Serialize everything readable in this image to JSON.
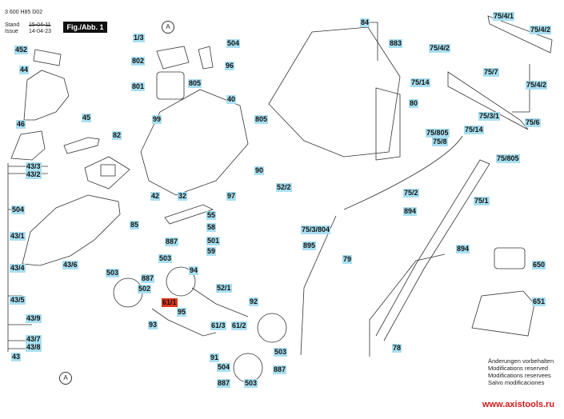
{
  "header": {
    "doc_number": "3 600 H85 D02",
    "stand_label": "Stand",
    "issue_label": "Issue",
    "stand_date_struck": "15-04-11",
    "issue_date": "14-04-23",
    "figure_label": "Fig./Abb. 1"
  },
  "markers": {
    "circle_a_top": "A",
    "circle_a_bottom": "A"
  },
  "part_labels": [
    {
      "id": "1/3"
    },
    {
      "id": "504"
    },
    {
      "id": "802"
    },
    {
      "id": "96"
    },
    {
      "id": "801"
    },
    {
      "id": "805"
    },
    {
      "id": "40"
    },
    {
      "id": "99"
    },
    {
      "id": "805"
    },
    {
      "id": "452"
    },
    {
      "id": "44"
    },
    {
      "id": "46"
    },
    {
      "id": "45"
    },
    {
      "id": "82"
    },
    {
      "id": "43/3"
    },
    {
      "id": "43/2"
    },
    {
      "id": "42"
    },
    {
      "id": "32"
    },
    {
      "id": "97"
    },
    {
      "id": "52/2"
    },
    {
      "id": "90"
    },
    {
      "id": "504"
    },
    {
      "id": "55"
    },
    {
      "id": "58"
    },
    {
      "id": "501"
    },
    {
      "id": "59"
    },
    {
      "id": "85"
    },
    {
      "id": "43/1"
    },
    {
      "id": "43/4"
    },
    {
      "id": "43/6"
    },
    {
      "id": "43/5"
    },
    {
      "id": "887"
    },
    {
      "id": "503"
    },
    {
      "id": "94"
    },
    {
      "id": "503"
    },
    {
      "id": "887"
    },
    {
      "id": "502"
    },
    {
      "id": "61/1",
      "highlighted": true
    },
    {
      "id": "95"
    },
    {
      "id": "93"
    },
    {
      "id": "52/1"
    },
    {
      "id": "92"
    },
    {
      "id": "61/3"
    },
    {
      "id": "61/2"
    },
    {
      "id": "91"
    },
    {
      "id": "504"
    },
    {
      "id": "503"
    },
    {
      "id": "887"
    },
    {
      "id": "887"
    },
    {
      "id": "503"
    },
    {
      "id": "43/9"
    },
    {
      "id": "43/7"
    },
    {
      "id": "43/8"
    },
    {
      "id": "43"
    },
    {
      "id": "84"
    },
    {
      "id": "883"
    },
    {
      "id": "80"
    },
    {
      "id": "75/4/1"
    },
    {
      "id": "75/4/2"
    },
    {
      "id": "75/4/2"
    },
    {
      "id": "75/7"
    },
    {
      "id": "75/4/2"
    },
    {
      "id": "75/14"
    },
    {
      "id": "75/3/1"
    },
    {
      "id": "75/6"
    },
    {
      "id": "75/805"
    },
    {
      "id": "75/14"
    },
    {
      "id": "75/8"
    },
    {
      "id": "75/805"
    },
    {
      "id": "75/2"
    },
    {
      "id": "75/1"
    },
    {
      "id": "894"
    },
    {
      "id": "75/3/804"
    },
    {
      "id": "895"
    },
    {
      "id": "79"
    },
    {
      "id": "894"
    },
    {
      "id": "650"
    },
    {
      "id": "651"
    },
    {
      "id": "78"
    }
  ],
  "footer": {
    "notes": [
      "Änderungen vorbehalten",
      "Modifications reserved",
      "Modifications reservees",
      "Salvo modificaciones"
    ],
    "website": "www.axistools.ru"
  },
  "colors": {
    "label_bg": "#a8dff0",
    "highlight_bg": "#e0381a",
    "url_color": "#d01818"
  }
}
